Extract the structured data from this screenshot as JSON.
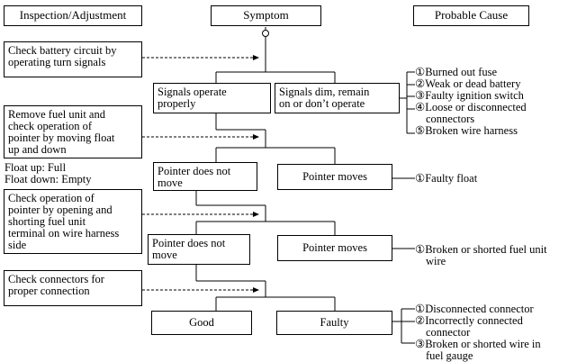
{
  "headers": {
    "inspection": "Inspection/Adjustment",
    "symptom": "Symptom",
    "probable_cause": "Probable Cause"
  },
  "steps": [
    {
      "lines": [
        "Check battery circuit by",
        "operating turn signals"
      ]
    },
    {
      "lines": [
        "Remove fuel unit and",
        "check operation of",
        "pointer by moving float",
        "up and down"
      ]
    },
    {
      "lines": [
        "Check operation of",
        "pointer by opening and",
        "shorting fuel unit",
        "terminal on wire harness",
        "side"
      ]
    },
    {
      "lines": [
        "Check connectors for",
        "proper connection"
      ]
    }
  ],
  "float_note": [
    "Float up: Full",
    "Float down: Empty"
  ],
  "results": {
    "signals_ok": [
      "Signals operate",
      "properly"
    ],
    "signals_dim": [
      "Signals dim, remain",
      "on or don’t operate"
    ],
    "pointer_not_move_1": [
      "Pointer does not",
      "move"
    ],
    "pointer_moves_1": "Pointer moves",
    "pointer_not_move_2": [
      "Pointer does not",
      "move"
    ],
    "pointer_moves_2": "Pointer moves",
    "good": "Good",
    "faulty": "Faulty"
  },
  "causes": {
    "battery": [
      "①Burned out fuse",
      "②Weak or dead battery",
      "③Faulty ignition switch",
      "④Loose or disconnected",
      "connectors",
      "⑤Broken wire harness"
    ],
    "float": [
      "①Faulty float"
    ],
    "harness": [
      "①Broken or shorted fuel unit",
      "wire"
    ],
    "connector": [
      "①Disconnected connector",
      "②Incorrectly connected",
      "connector",
      "③Broken or shorted wire in",
      "fuel gauge"
    ]
  }
}
